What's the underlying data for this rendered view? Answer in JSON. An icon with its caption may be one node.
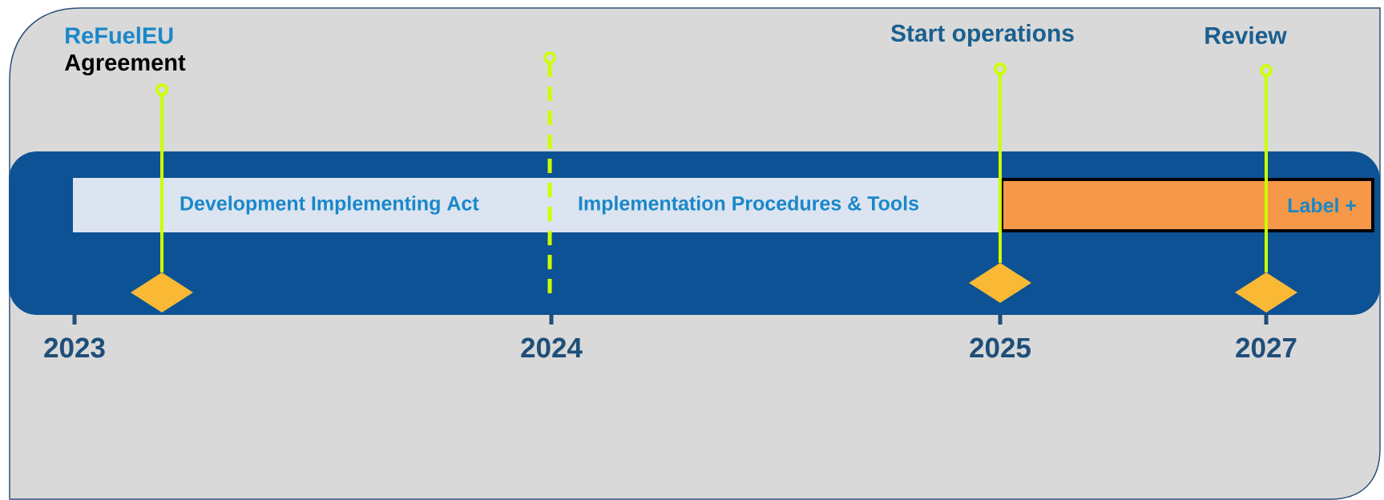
{
  "diagram": {
    "nodes": [
      {
        "text": [
          "Development Implementing Act",
          "Implementation Procedures & Tools"
        ]
      },
      {
        "text": [
          "Label +"
        ]
      }
    ],
    "labels": [
      "ReFuelEU",
      "Agreement",
      "Start operations",
      "Review",
      "2023",
      "2024",
      "2025",
      "2027"
    ]
  }
}
